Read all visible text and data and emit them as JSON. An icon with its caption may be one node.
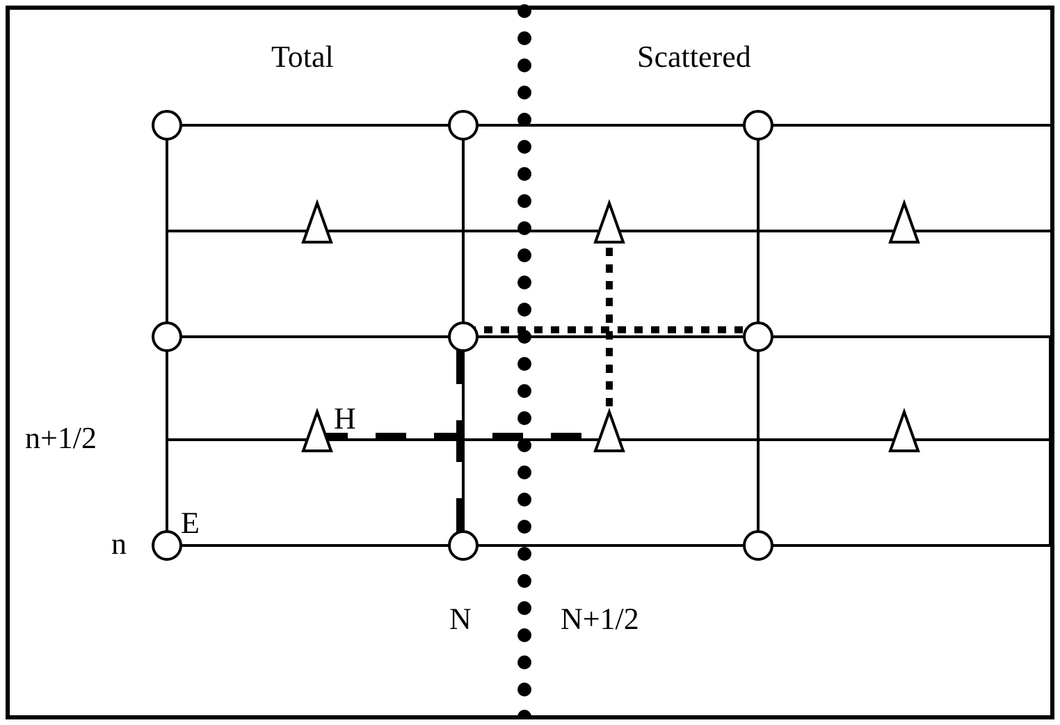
{
  "diagram": {
    "labels": [
      "Total",
      "Scattered",
      "H",
      "n+1/2",
      "E",
      "n",
      "N",
      "N+1/2"
    ]
  }
}
